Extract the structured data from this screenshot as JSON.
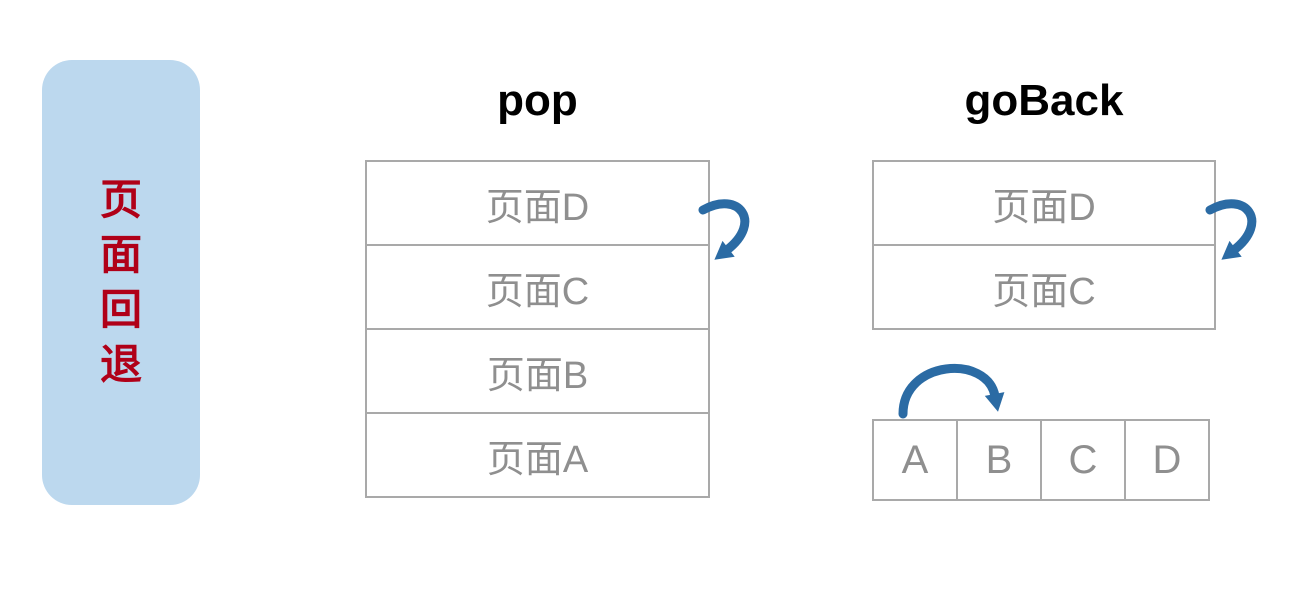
{
  "sidebar": {
    "label": "页面回退",
    "chars": [
      "页",
      "面",
      "回",
      "退"
    ]
  },
  "pop_section": {
    "title": "pop",
    "stack": [
      "页面D",
      "页面C",
      "页面B",
      "页面A"
    ]
  },
  "goback_section": {
    "title": "goBack",
    "stack": [
      "页面D",
      "页面C"
    ],
    "history": [
      "A",
      "B",
      "C",
      "D"
    ]
  },
  "icons": {
    "pop_arrow": "u-turn-back-arrow",
    "goback_arrow": "u-turn-back-arrow",
    "history_arrow": "arc-hop-arrow"
  },
  "colors": {
    "panel_blue": "#bcd8ee",
    "label_red": "#b00018",
    "arrow_blue": "#2b6ba4",
    "box_border": "#a9a9a9",
    "box_text": "#8f8f8f",
    "title_black": "#000000"
  }
}
